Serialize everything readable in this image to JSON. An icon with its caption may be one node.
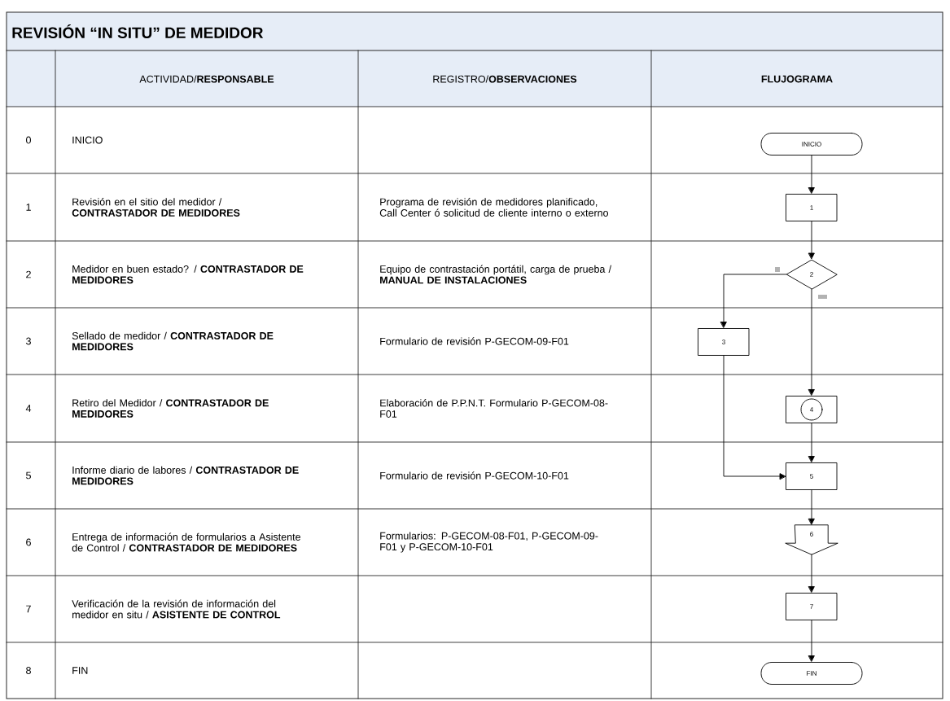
{
  "diagram": {
    "title": "REVISIÓN “IN SITU” DE MEDIDOR",
    "nodes": [
      {
        "text": [
          "INICIO"
        ]
      },
      {
        "text": [
          "1"
        ]
      },
      {
        "text": [
          "2"
        ]
      },
      {
        "text": [
          "3"
        ]
      },
      {
        "text": [
          "4"
        ]
      },
      {
        "text": [
          "5"
        ]
      },
      {
        "text": [
          "6"
        ]
      },
      {
        "text": [
          "7"
        ]
      },
      {
        "text": [
          "FIN"
        ]
      }
    ],
    "edges": [
      {
        "from": 0,
        "to": 1,
        "arrow": "to"
      },
      {
        "from": 1,
        "to": 2,
        "arrow": "to"
      },
      {
        "from": 2,
        "to": 3,
        "arrow": "to"
      },
      {
        "from": 2,
        "to": 4,
        "arrow": "to"
      },
      {
        "from": 3,
        "to": 5,
        "arrow": "to"
      },
      {
        "from": 4,
        "to": 5,
        "arrow": "to"
      },
      {
        "from": 5,
        "to": 6,
        "arrow": "to"
      },
      {
        "from": 6,
        "to": 7,
        "arrow": "to"
      },
      {
        "from": 7,
        "to": 8,
        "arrow": "to"
      }
    ],
    "labels": [
      "ACTIVIDAD/**RESPONSABLE**",
      "REGISTRO/**OBSERVACIONES**",
      "FLUJOGRAMA",
      "0",
      "INICIO",
      "1",
      "Revisión en el sitio del medidor / **CONTRASTADOR DE MEDIDORES**",
      "Programa de revisión de medidores planificado, Call Center ó solicitud de cliente interno o externo",
      "2",
      "Medidor en buen estado? / **CONTRASTADOR DE MEDIDORES**",
      "Equipo de contrastación portátil, carga de prueba / **MANUAL DE INSTALACIONES**",
      "3",
      "Sellado de medidor / **CONTRASTADOR DE MEDIDORES**",
      "Formulario de revisión P-GECOM-09-F01",
      "4",
      "Retiro del Medidor / **CONTRASTADOR DE MEDIDORES**",
      "Elaboración de P.P.N.T. Formulario P-GECOM-08-F01",
      "5",
      "Informe diario de labores / **CONTRASTADOR DE MEDIDORES**",
      "Formulario de revisión P-GECOM-10-F01",
      "6",
      "Entrega de información de formularios a Asistente de Control / **CONTRASTADOR DE MEDIDORES**",
      "Formularios: P-GECOM-08-F01, P-GECOM-09-F01 y P-GECOM-10-F01",
      "7",
      "Verificación de la revisión de información del medidor en situ / **ASISTENTE DE CONTROL**",
      "8",
      "FIN"
    ]
  }
}
